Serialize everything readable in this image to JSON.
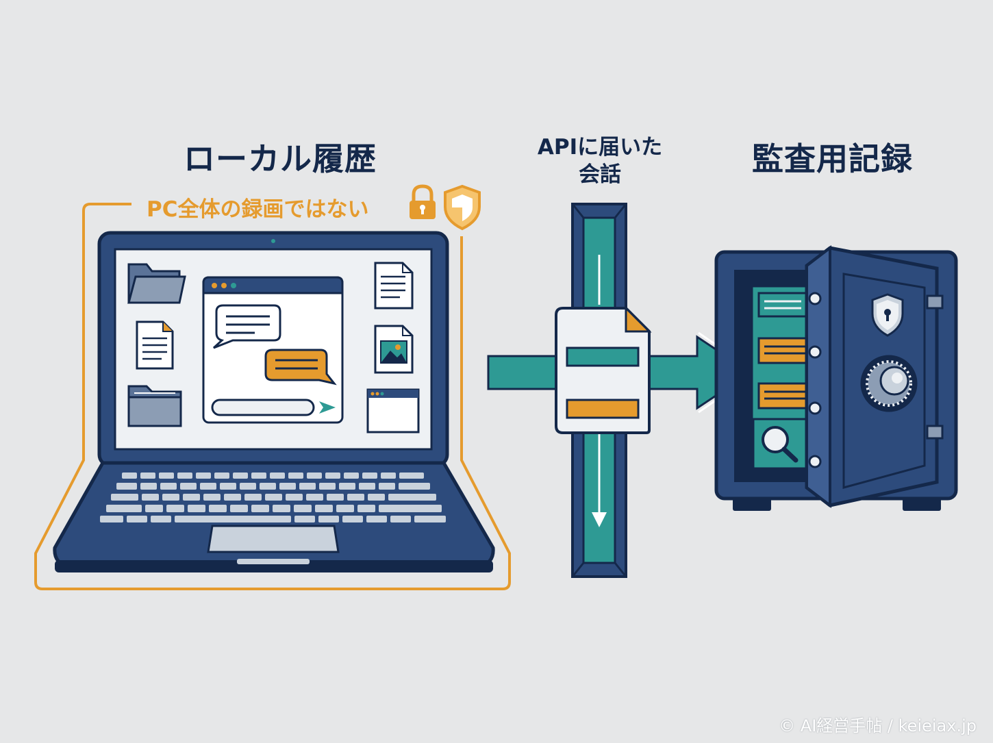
{
  "labels": {
    "local_history": "ローカル履歴",
    "not_full_pc_recording": "PC全体の録画ではない",
    "api_conversations_line1": "APIに届いた",
    "api_conversations_line2": "会話",
    "audit_records": "監査用記録"
  },
  "credit": "© AI経営手帖 / keieiax.jp",
  "colors": {
    "background": "#e6e7e8",
    "navy": "#14284a",
    "steel_blue": "#2d4b7c",
    "teal": "#2e9a94",
    "orange": "#e59b2e",
    "screen": "#eef1f4"
  },
  "icons": [
    "lock-icon",
    "shield-icon",
    "folder-icon",
    "document-icon",
    "image-file-icon",
    "chat-bubble-icon",
    "send-icon",
    "magnifier-icon",
    "safe-icon",
    "combination-dial-icon",
    "keyhole-shield-icon"
  ]
}
